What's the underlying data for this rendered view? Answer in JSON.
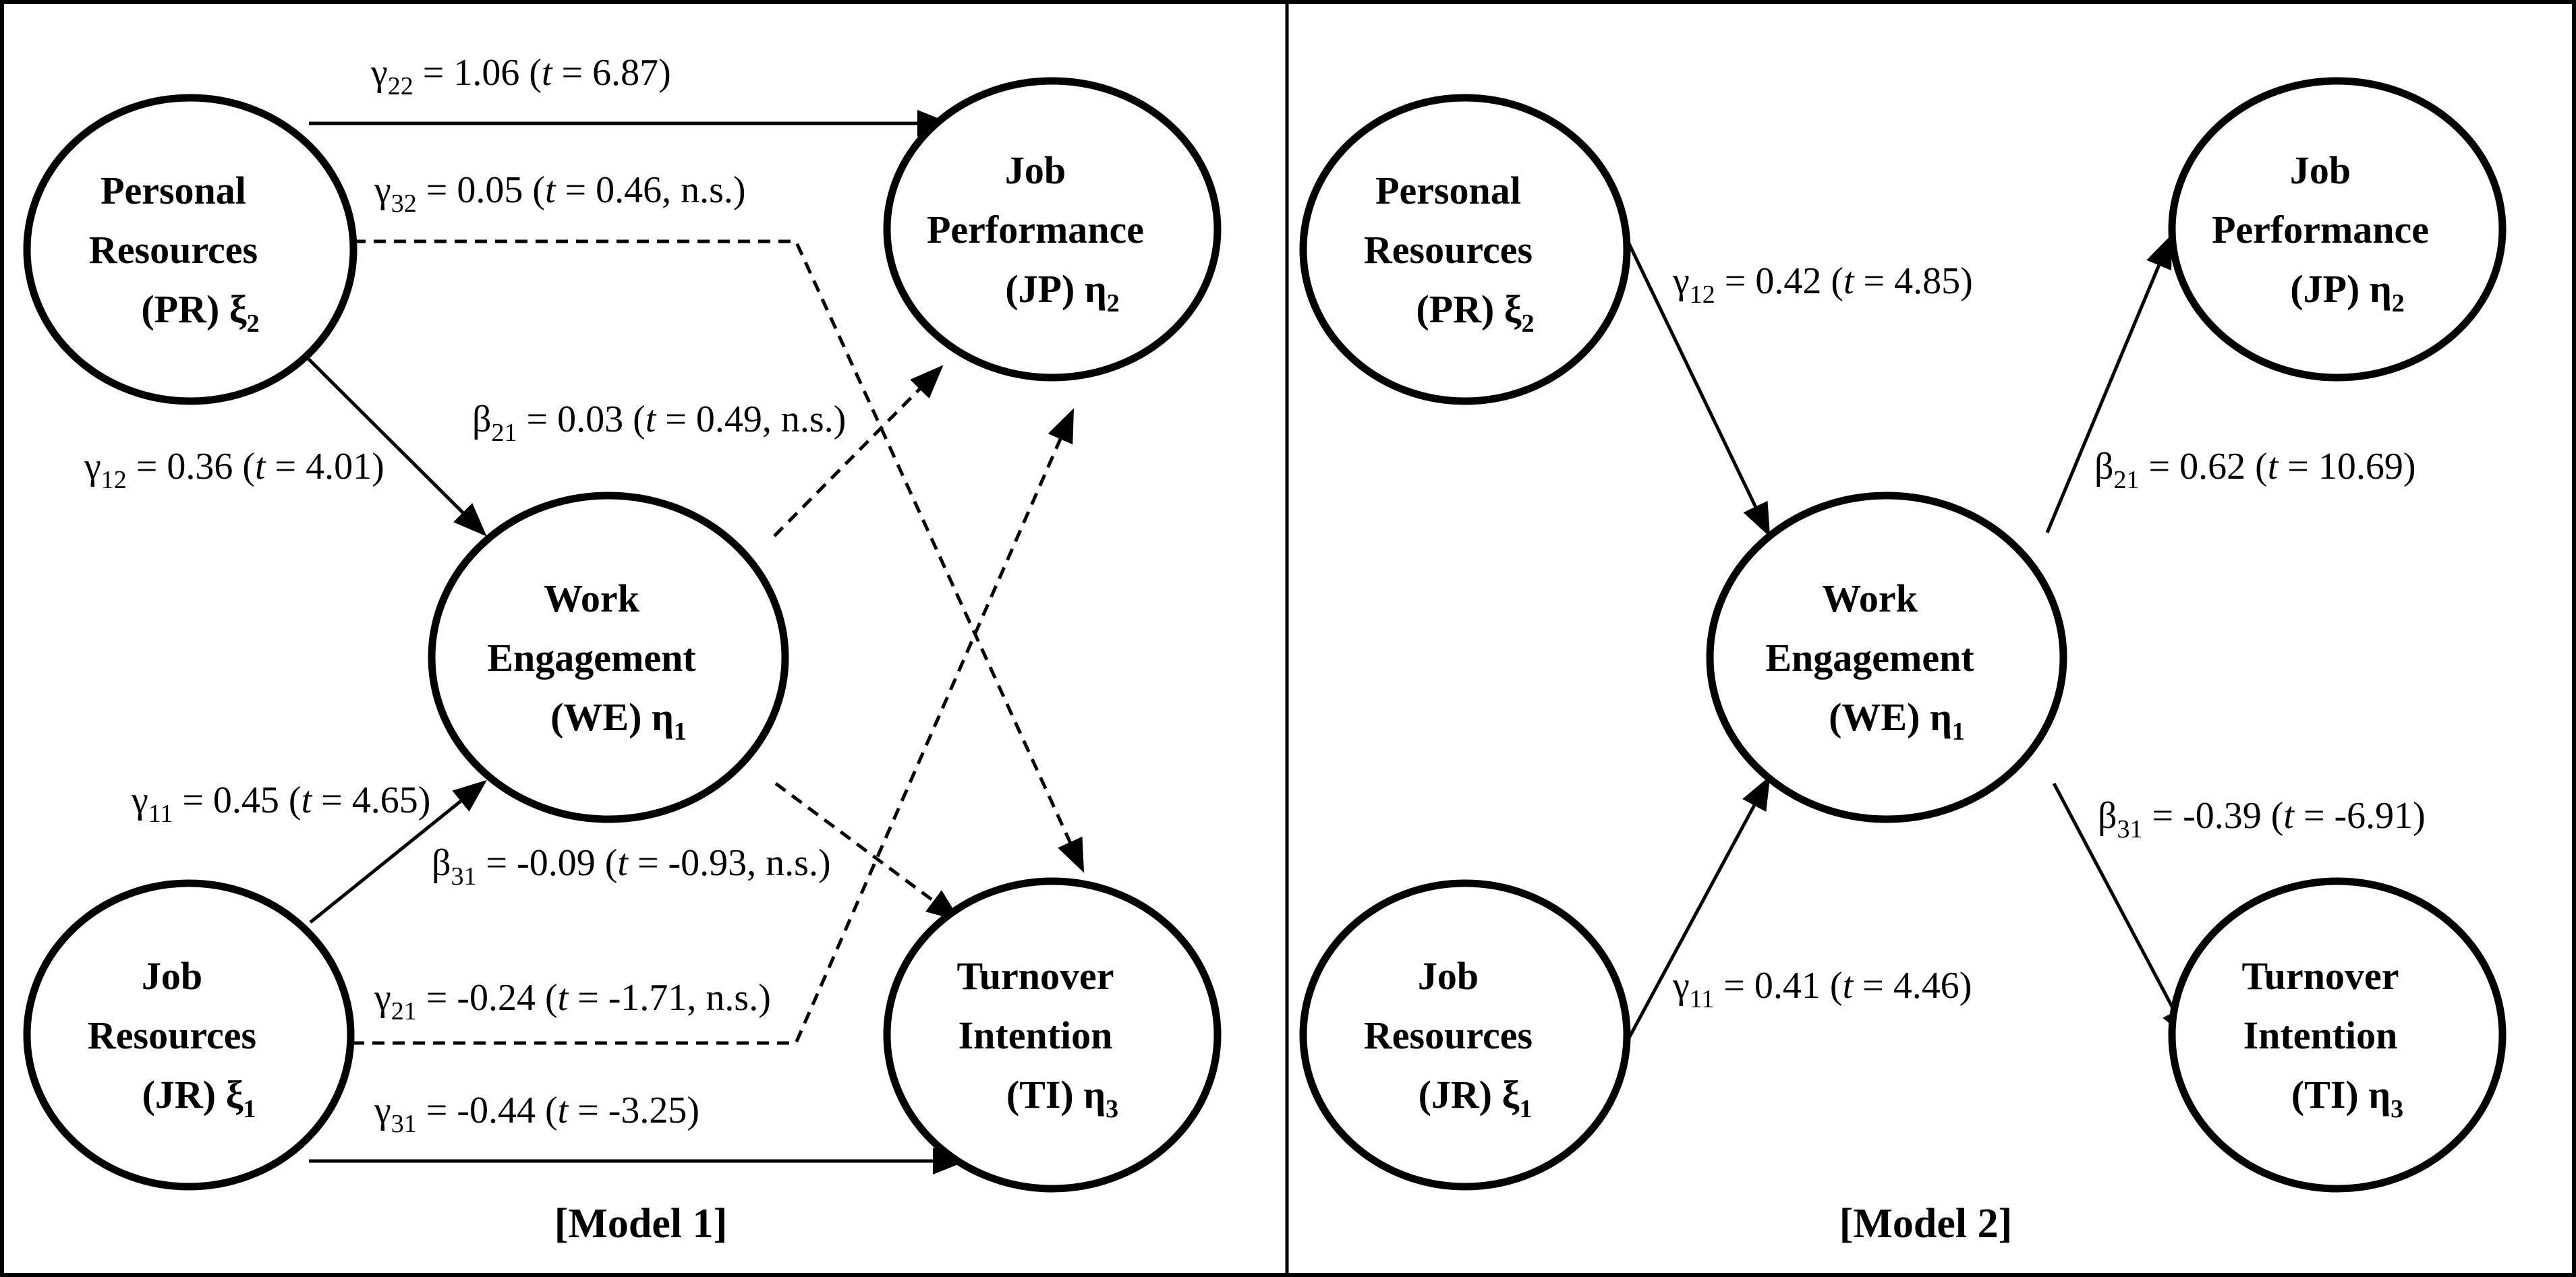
{
  "panels": [
    {
      "id": "model1",
      "caption": "[Model 1]",
      "nodes": [
        {
          "id": "pr",
          "lines": [
            "Personal",
            "Resources"
          ],
          "abbr": "(PR)",
          "greek": "ξ",
          "sub": "2"
        },
        {
          "id": "jp",
          "lines": [
            "Job",
            "Performance"
          ],
          "abbr": "(JP)",
          "greek": "η",
          "sub": "2"
        },
        {
          "id": "we",
          "lines": [
            "Work",
            "Engagement"
          ],
          "abbr": "(WE)",
          "greek": "η",
          "sub": "1"
        },
        {
          "id": "jr",
          "lines": [
            "Job",
            "Resources"
          ],
          "abbr": "(JR)",
          "greek": "ξ",
          "sub": "1"
        },
        {
          "id": "ti",
          "lines": [
            "Turnover",
            "Intention"
          ],
          "abbr": "(TI)",
          "greek": "η",
          "sub": "3"
        }
      ],
      "edges": [
        {
          "id": "g22",
          "from": "pr",
          "to": "jp",
          "style": "solid",
          "symbol": "γ",
          "sub": "22",
          "value": "1.06",
          "t": "6.87",
          "ns": ""
        },
        {
          "id": "g32",
          "from": "pr",
          "to": "ti",
          "style": "dashed",
          "symbol": "γ",
          "sub": "32",
          "value": "0.05",
          "t": "0.46",
          "ns": "n.s."
        },
        {
          "id": "g12",
          "from": "pr",
          "to": "we",
          "style": "solid",
          "symbol": "γ",
          "sub": "12",
          "value": "0.36",
          "t": "4.01",
          "ns": ""
        },
        {
          "id": "b21",
          "from": "we",
          "to": "jp",
          "style": "dashed",
          "symbol": "β",
          "sub": "21",
          "value": "0.03",
          "t": "0.49",
          "ns": "n.s."
        },
        {
          "id": "g11",
          "from": "jr",
          "to": "we",
          "style": "solid",
          "symbol": "γ",
          "sub": "11",
          "value": "0.45",
          "t": "4.65",
          "ns": ""
        },
        {
          "id": "b31",
          "from": "we",
          "to": "ti",
          "style": "dashed",
          "symbol": "β",
          "sub": "31",
          "value": "-0.09",
          "t": "-0.93",
          "ns": "n.s."
        },
        {
          "id": "g21",
          "from": "jr",
          "to": "jp",
          "style": "dashed",
          "symbol": "γ",
          "sub": "21",
          "value": "-0.24",
          "t": "-1.71",
          "ns": "n.s."
        },
        {
          "id": "g31",
          "from": "jr",
          "to": "ti",
          "style": "solid",
          "symbol": "γ",
          "sub": "31",
          "value": "-0.44",
          "t": "-3.25",
          "ns": ""
        }
      ]
    },
    {
      "id": "model2",
      "caption": "[Model 2]",
      "nodes": [
        {
          "id": "pr",
          "lines": [
            "Personal",
            "Resources"
          ],
          "abbr": "(PR)",
          "greek": "ξ",
          "sub": "2"
        },
        {
          "id": "jp",
          "lines": [
            "Job",
            "Performance"
          ],
          "abbr": "(JP)",
          "greek": "η",
          "sub": "2"
        },
        {
          "id": "we",
          "lines": [
            "Work",
            "Engagement"
          ],
          "abbr": "(WE)",
          "greek": "η",
          "sub": "1"
        },
        {
          "id": "jr",
          "lines": [
            "Job",
            "Resources"
          ],
          "abbr": "(JR)",
          "greek": "ξ",
          "sub": "1"
        },
        {
          "id": "ti",
          "lines": [
            "Turnover",
            "Intention"
          ],
          "abbr": "(TI)",
          "greek": "η",
          "sub": "3"
        }
      ],
      "edges": [
        {
          "id": "g12",
          "from": "pr",
          "to": "we",
          "style": "solid",
          "symbol": "γ",
          "sub": "12",
          "value": " 0.42",
          "t": "4.85",
          "ns": ""
        },
        {
          "id": "b21",
          "from": "we",
          "to": "jp",
          "style": "solid",
          "symbol": "β",
          "sub": "21",
          "value": "0.62",
          "t": "10.69",
          "ns": ""
        },
        {
          "id": "g11",
          "from": "jr",
          "to": "we",
          "style": "solid",
          "symbol": "γ",
          "sub": "11",
          "value": "0.41",
          "t": "4.46",
          "ns": ""
        },
        {
          "id": "b31",
          "from": "we",
          "to": "ti",
          "style": "solid",
          "symbol": "β",
          "sub": "31",
          "value": "-0.39",
          "t": "-6.91",
          "ns": ""
        }
      ]
    }
  ]
}
